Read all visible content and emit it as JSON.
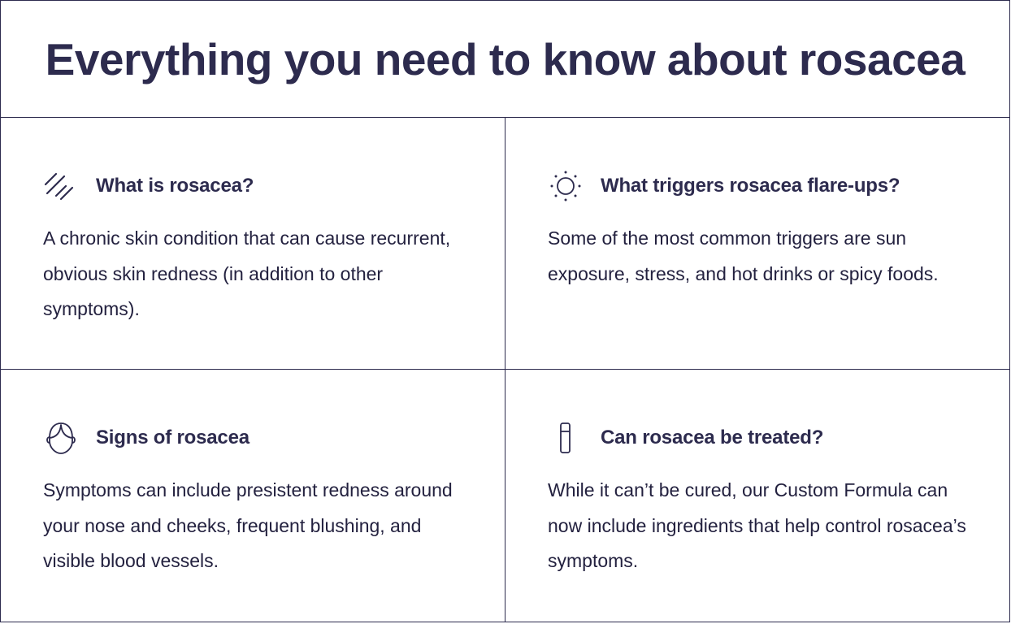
{
  "header": {
    "title": "Everything you need to know about rosacea"
  },
  "colors": {
    "ink": "#2d2b4e",
    "border": "#2d2b4e",
    "background": "#ffffff"
  },
  "sections": [
    {
      "icon": "diagonal-lines-icon",
      "title": "What is rosacea?",
      "body": "A chronic skin condition that can cause recurrent, obvious skin redness (in addition to other symptoms)."
    },
    {
      "icon": "sun-icon",
      "title": "What triggers rosacea flare-ups?",
      "body": "Some of the most common triggers are sun exposure, stress, and hot drinks or spicy foods."
    },
    {
      "icon": "face-icon",
      "title": "Signs of rosacea",
      "body": "Symptoms can include presistent redness around your nose and cheeks, frequent blushing, and visible blood vessels."
    },
    {
      "icon": "bottle-icon",
      "title": "Can rosacea be treated?",
      "body": "While it can’t be cured, our Custom Formula can now include ingredients that help control rosacea’s symptoms."
    }
  ]
}
